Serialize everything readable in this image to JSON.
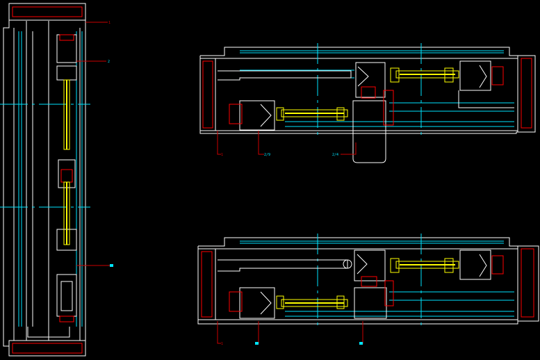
{
  "colors": {
    "background": "#000000",
    "outline": "#ffffff",
    "glass_line": "#00e5ff",
    "seal": "#ff0000",
    "glazing": "#ffff00",
    "leader": "#cc0000",
    "callout": "#00e5ff"
  },
  "callouts": {
    "left_1": "1",
    "left_2": "2",
    "left_3": "",
    "top_1": "1",
    "top_2": "2/9",
    "top_3": "2/4",
    "bottom_1": "1",
    "bottom_2": "",
    "bottom_3": ""
  }
}
